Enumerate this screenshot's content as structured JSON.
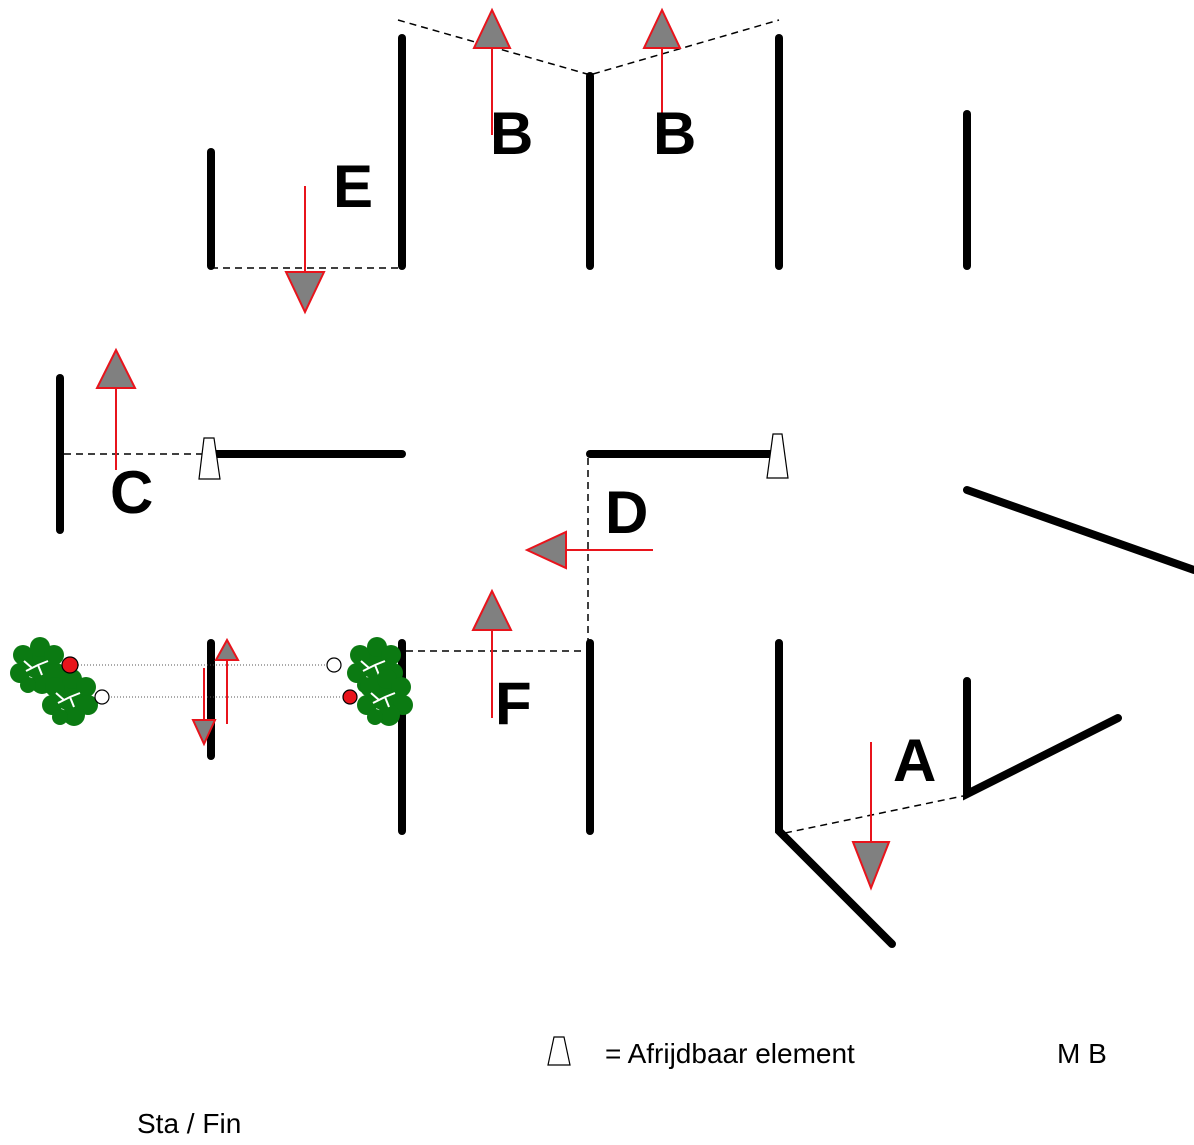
{
  "diagram": {
    "gates": [
      {
        "id": "gate-a",
        "label": "A"
      },
      {
        "id": "gate-b1",
        "label": "B"
      },
      {
        "id": "gate-b2",
        "label": "B"
      },
      {
        "id": "gate-c",
        "label": "C"
      },
      {
        "id": "gate-d",
        "label": "D"
      },
      {
        "id": "gate-e",
        "label": "E"
      },
      {
        "id": "gate-f",
        "label": "F"
      }
    ],
    "legend": {
      "cone_text": "= Afrijdbaar element",
      "initials": "M B",
      "start_finish": "Sta / Fin"
    },
    "colors": {
      "wall": "#000000",
      "arrow": "#e8141c",
      "arrow_fill": "#808080",
      "tree": "#0b7a12"
    }
  }
}
